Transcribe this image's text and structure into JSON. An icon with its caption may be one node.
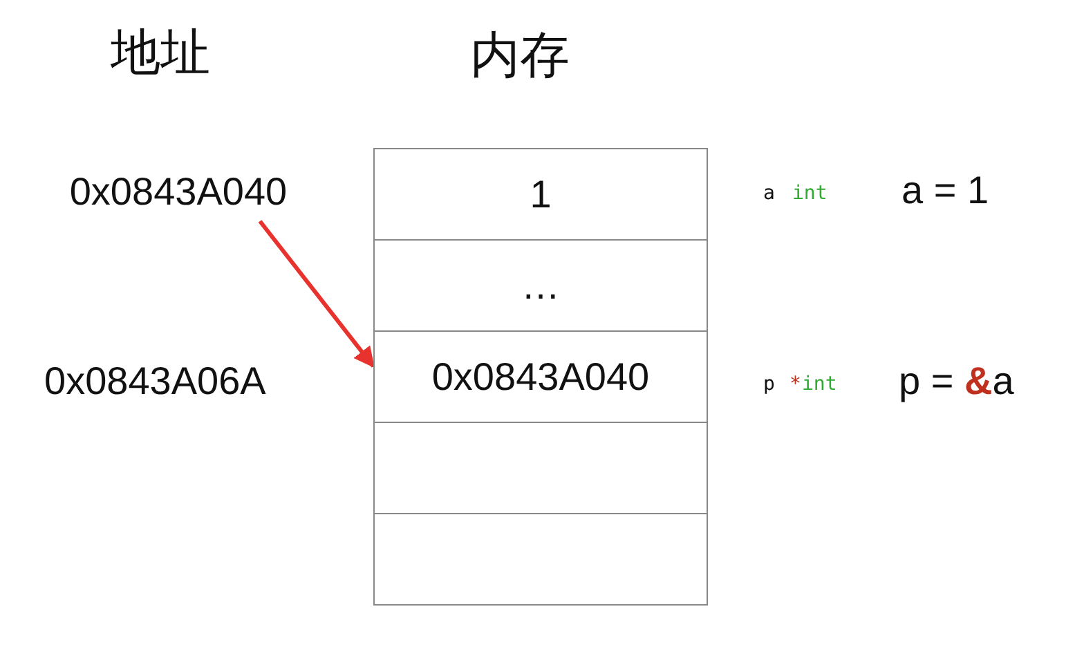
{
  "diagram": {
    "nodes": [
      {
        "text": [
          "0x0843A040"
        ]
      },
      {
        "text": [
          "1"
        ]
      },
      {
        "text": [
          "…"
        ]
      },
      {
        "text": [
          "0x0843A040"
        ]
      },
      {
        "text": [],
        "shape": "box"
      },
      {
        "text": [],
        "shape": "box"
      }
    ],
    "edges": [
      {
        "from": 0,
        "to": 3,
        "arrow": "to",
        "color": "#e8322e"
      }
    ],
    "labels": [
      "地址",
      "内存",
      "a",
      "int",
      "a = 1",
      "0x0843A06A",
      "p",
      "*",
      "int",
      "p = **&**a"
    ]
  }
}
